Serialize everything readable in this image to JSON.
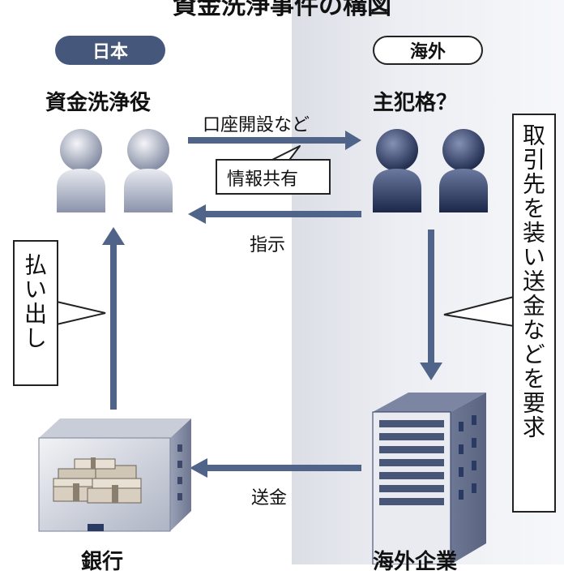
{
  "title": "資金洗浄事件の構図",
  "left_region": {
    "badge": "日本",
    "role": "資金洗浄役"
  },
  "right_region": {
    "badge": "海外",
    "role": "主犯格？"
  },
  "arrows": {
    "account_opening": "口座開設など",
    "info_sharing": "情報共有",
    "instruction": "指示",
    "remittance": "送金"
  },
  "callouts": {
    "withdrawal": "払い出し",
    "demand": "取引先を装い送金などを要求"
  },
  "nodes": {
    "bank": "銀行",
    "overseas_company": "海外企業"
  },
  "colors": {
    "dark_navy": "#2b3a63",
    "arrow_blue": "#4f6488",
    "light_figure": "#8a93ab",
    "badge_dark": "#45577a",
    "right_background": "#e6e8ee"
  },
  "icons": [
    "person-icon",
    "stacked-cash-icon",
    "bank-building-icon",
    "office-building-icon"
  ]
}
